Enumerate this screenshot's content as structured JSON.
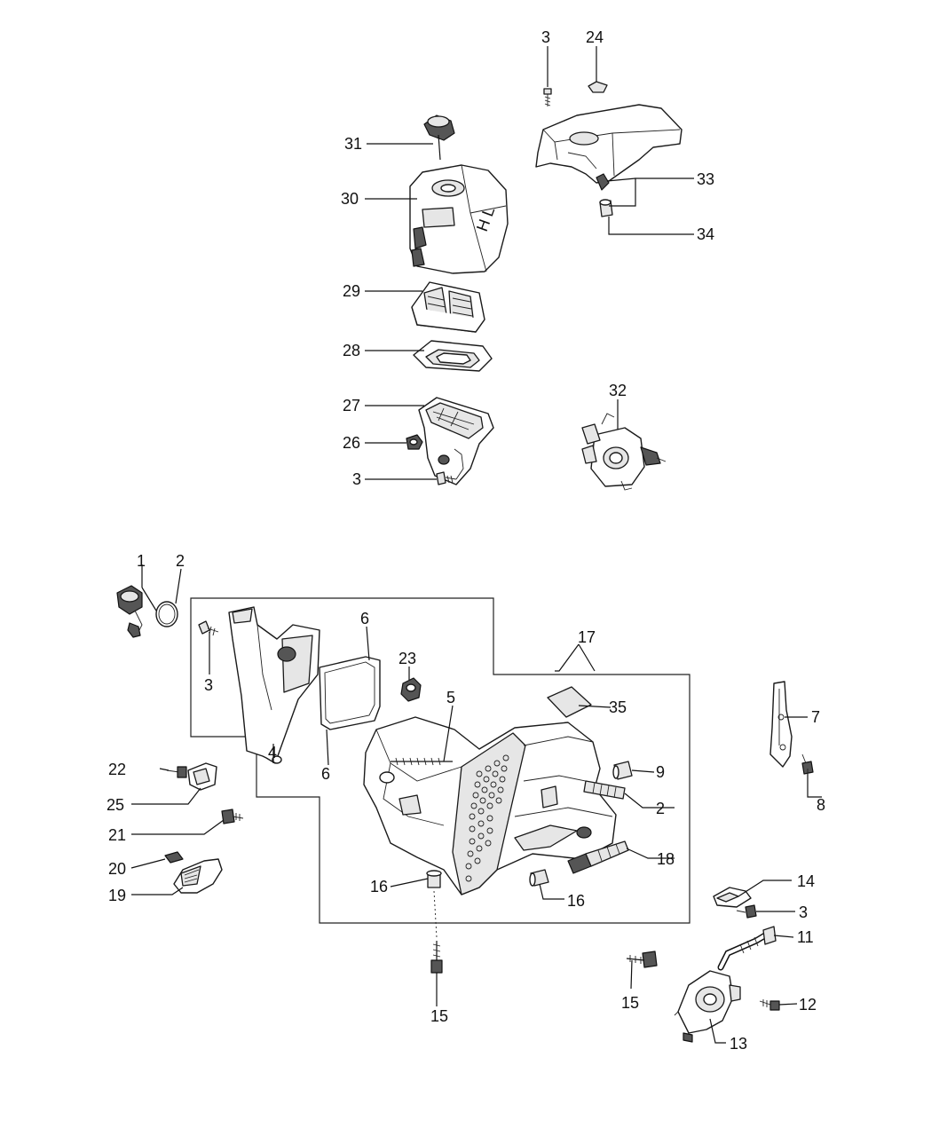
{
  "callouts": {
    "c1": "1",
    "c2a": "2",
    "c2b": "2",
    "c3a": "3",
    "c3b": "3",
    "c3c": "3",
    "c3d": "3",
    "c4": "4",
    "c5": "5",
    "c6a": "6",
    "c6b": "6",
    "c7": "7",
    "c8": "8",
    "c9": "9",
    "c11": "11",
    "c12": "12",
    "c13": "13",
    "c14": "14",
    "c15a": "15",
    "c15b": "15",
    "c16a": "16",
    "c16b": "16",
    "c17": "17",
    "c18": "18",
    "c19": "19",
    "c20": "20",
    "c21": "21",
    "c22": "22",
    "c23": "23",
    "c24": "24",
    "c25": "25",
    "c26": "26",
    "c27": "27",
    "c28": "28",
    "c29": "29",
    "c30": "30",
    "c31": "31",
    "c32": "32",
    "c33": "33",
    "c34": "34",
    "c35": "35"
  },
  "cover_marking": "H L"
}
